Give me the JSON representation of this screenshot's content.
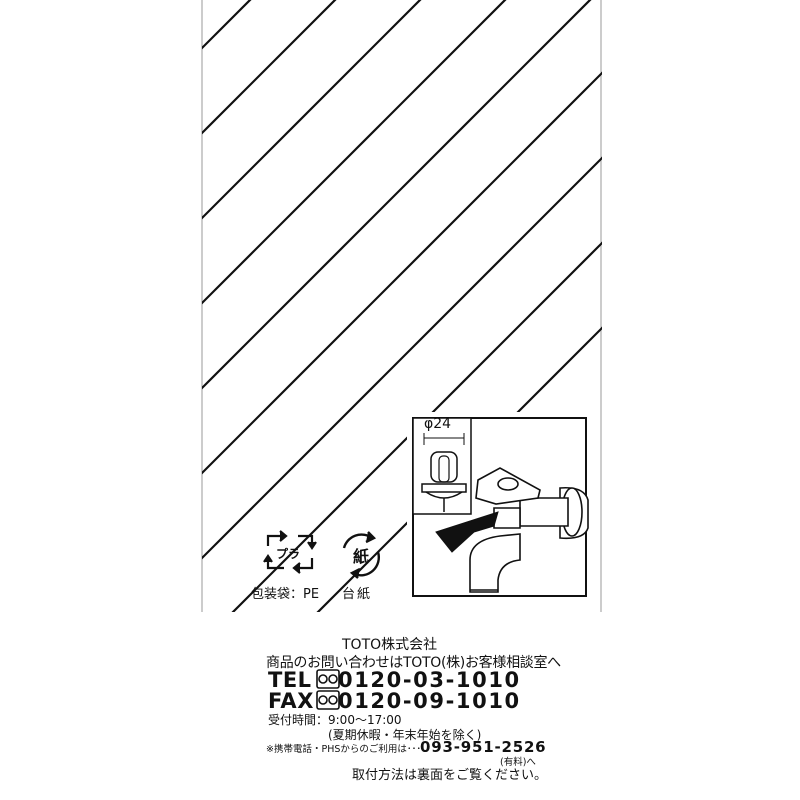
{
  "dimension": {
    "diameter": "φ24"
  },
  "recycle": {
    "plastic_mark": "プラ",
    "paper_mark": "紙",
    "pe_label": "包装袋：PE",
    "paper_label": "台紙"
  },
  "contact": {
    "company": "TOTO株式会社",
    "inquiry": "商品のお問い合わせはTOTO(株)お客様相談室へ",
    "tel_label": "TEL",
    "tel_number": "0120-03-1010",
    "fax_label": "FAX",
    "fax_number": "0120-09-1010",
    "hours": "受付時間：9:00～17:00",
    "holiday": "(夏期休暇・年末年始を除く)",
    "mobile_note": "※携帯電話・PHSからのご利用は･･･",
    "mobile_number": "093-951-2526",
    "paid_note": "(有料)へ",
    "install_note": "取付方法は裏面をご覧ください。"
  },
  "colors": {
    "ink": "#111111",
    "background": "#ffffff"
  }
}
